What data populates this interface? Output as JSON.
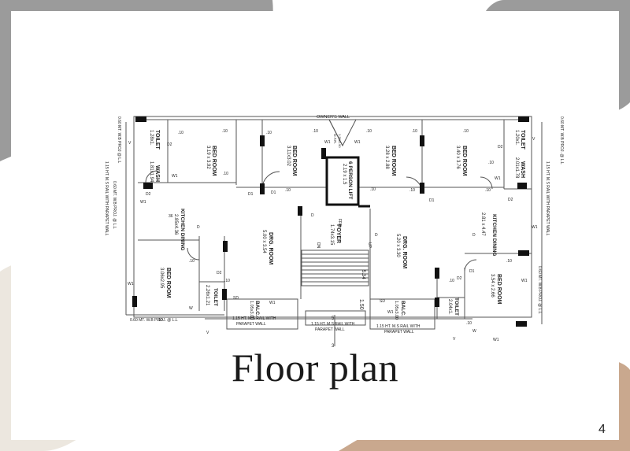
{
  "slide": {
    "title": "Floor plan",
    "page_number": "4"
  },
  "colors": {
    "blob_gray": "#9b9b9b",
    "blob_cream": "#ece7df",
    "blob_tan": "#c9a88e",
    "walls": "#555555",
    "column": "#111111"
  },
  "plan": {
    "top_wall": "OWNER'S WALL",
    "left_proj_upper": "0.60 MT. W.B PROJ @ L.L",
    "left_proj_lower": "0.60 MT. W.B PROJ. @ L.L",
    "left_rail": "1.15 HT. M.S RAIL WITH PARAPET WALL",
    "right_proj_upper": "0.60 MT. W.B PROJ. @ L.L",
    "right_rail": "1.15 HT. M.S RAIL WITH PARAPET WALL",
    "right_proj_lower": "0.60 MT. W.B PROJ. @ L.L",
    "bottom_proj": "0.60 MT. W.B PROJ. @ L.L",
    "balc_rail_left": "1.15 HT. M.S RAIL WITH",
    "balc_rail_mid": "1.15 HT. M.S RAIL WITH",
    "balc_rail_right": "1.15 HT. M.S RAIL WITH",
    "parapet": "PARAPET WALL",
    "rooms": {
      "toilet_tl": "TOILET",
      "toilet_tl_dim": "1.28x1.",
      "wash": "WASH",
      "wash_dim": "1.81x1.94",
      "bed1": "BED ROOM",
      "bed1_dim": "3.19 x 3.92",
      "bed2": "BED ROOM",
      "bed2_dim": "3.11x3.02",
      "lift": "6 PERSON LIFT",
      "lift_dim": "2.19 x 1.5",
      "bed3": "BED ROOM",
      "bed3_dim": "3.28 x 2.88",
      "bed4": "BED ROOM",
      "bed4_dim": "3.40 x 3.76",
      "toilet_tr": "TOILET",
      "toilet_tr_dim": "1.20x1.",
      "wash_r": "WASH",
      "wash_r_dim": "2.01x1.78",
      "kitchen_l": "KITCHEN DINING",
      "kitchen_l_dim": "2.85x4.36",
      "drg_l": "DRG. ROOM",
      "drg_l_dim": "5.00 x 3.54",
      "foyer": "FOYER",
      "foyer_dim": "1.74x3.15",
      "drg_r": "DRG. ROOM",
      "drg_r_dim": "5.20 x 3.30",
      "kitchen_r": "KITCHEN DINING",
      "kitchen_r_dim": "2.81 x 4.47",
      "bed5": "BED ROOM",
      "bed5_dim": "3.06x2.95",
      "toilet_bl": "TOILET",
      "toilet_bl_dim": "2.26x1.21",
      "balc_l": "BALC.",
      "balc_l_dim": "1.05x3.00",
      "balc_r": "BALC.",
      "balc_r_dim": "1.05x3.00",
      "toilet_br": "TOILET",
      "toilet_br_dim": "2.04x1.",
      "bed6": "BED ROOM",
      "bed6_dim": "3.54 x 2.66"
    },
    "tags": {
      "d": "D",
      "d1": "D1",
      "d2": "D2",
      "w": "W",
      "w1": "W1",
      "v": "V",
      "sd": "SD",
      "frd": "FRD",
      "up": "UP",
      "dn": "DN",
      "ten": ".10",
      "n534": "5.34",
      "n150": "1.50",
      "n5": "5",
      "n3": "3",
      "n36": "36",
      "otr": "O.T.R.",
      "otr_dim": "1.30x1.90"
    }
  }
}
